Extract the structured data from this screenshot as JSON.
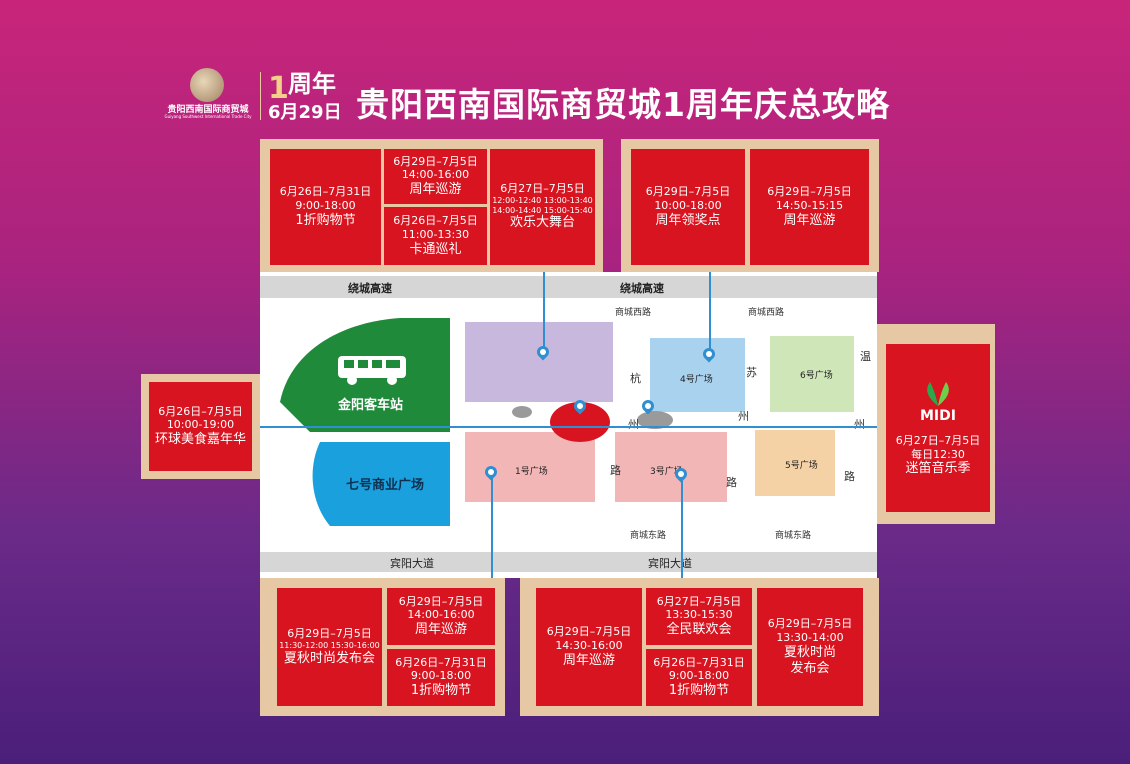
{
  "header": {
    "logo_name": "贵阳西南国际商贸城",
    "logo_sub": "Guiyang Southwest International Trade City",
    "anniv_num": "1",
    "anniv_word": "周年",
    "anniv_date": "6月29日",
    "title": "贵阳西南国际商贸城1周年庆总攻略"
  },
  "events": {
    "top_left": [
      {
        "date": "6月26日–7月31日",
        "time": "9:00-18:00",
        "name": "1折购物节"
      },
      {
        "date": "6月29日–7月5日",
        "time": "14:00-16:00",
        "name": "周年巡游"
      },
      {
        "date": "6月26日–7月5日",
        "time": "11:00-13:30",
        "name": "卡通巡礼"
      },
      {
        "date": "6月27日–7月5日",
        "time1": "12:00-12:40   13:00-13:40",
        "time2": "14:00-14:40   15:00-15:40",
        "name": "欢乐大舞台"
      }
    ],
    "top_right": [
      {
        "date": "6月29日–7月5日",
        "time": "10:00-18:00",
        "name": "周年领奖点"
      },
      {
        "date": "6月29日–7月5日",
        "time": "14:50-15:15",
        "name": "周年巡游"
      }
    ],
    "left": {
      "date": "6月26日–7月5日",
      "time": "10:00-19:00",
      "name": "环球美食嘉年华"
    },
    "right": {
      "brand": "MIDI",
      "date": "6月27日–7月5日",
      "time": "每日12:30",
      "name": "迷笛音乐季"
    },
    "bottom_left": [
      {
        "date": "6月29日–7月5日",
        "time1": "11:30-12:00   15:30-16:00",
        "name": "夏秋时尚发布会"
      },
      {
        "date": "6月29日–7月5日",
        "time": "14:00-16:00",
        "name": "周年巡游"
      },
      {
        "date": "6月26日–7月31日",
        "time": "9:00-18:00",
        "name": "1折购物节"
      }
    ],
    "bottom_right": [
      {
        "date": "6月29日–7月5日",
        "time": "14:30-16:00",
        "name": "周年巡游"
      },
      {
        "date": "6月27日–7月5日",
        "time": "13:30-15:30",
        "name": "全民联欢会"
      },
      {
        "date": "6月26日–7月31日",
        "time": "9:00-18:00",
        "name": "1折购物节"
      },
      {
        "date": "6月29日–7月5日",
        "time": "13:30-14:00",
        "name1": "夏秋时尚",
        "name2": "发布会"
      }
    ]
  },
  "map": {
    "road_top_left": "绕城高速",
    "road_top_right": "绕城高速",
    "road_west_1": "商城西路",
    "road_west_2": "商城西路",
    "road_east_1": "商城东路",
    "road_east_2": "商城东路",
    "road_bottom_left": "宾阳大道",
    "road_bottom_right": "宾阳大道",
    "bus_station": "金阳客车站",
    "plaza7": "七号商业广场",
    "plaza1": "1号广场",
    "plaza3": "3号广场",
    "plaza4": "4号广场",
    "plaza5": "5号广场",
    "plaza6": "6号广场",
    "hang": "杭",
    "zhou1": "州",
    "lu1": "路",
    "su": "苏",
    "zhou2": "州",
    "lu2": "路",
    "wen": "温",
    "zhou3": "州",
    "lu3": "路",
    "icons": {
      "bus": "bus-icon",
      "pin": "location-pin-icon"
    }
  }
}
